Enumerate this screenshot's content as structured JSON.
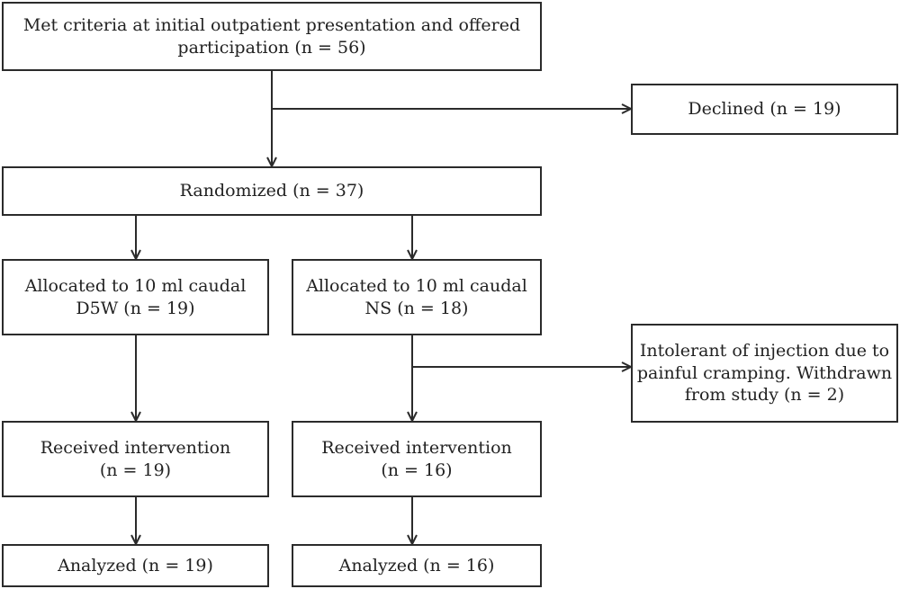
{
  "diagram": {
    "line_color": "#2b2b2b",
    "boxes": {
      "screening": [
        "Met criteria at initial outpatient presentation and offered",
        "participation (n = 56)"
      ],
      "declined": [
        "Declined (n = 19)"
      ],
      "randomized": [
        "Randomized (n = 37)"
      ],
      "alloc_d5w": [
        "Allocated to 10 ml caudal",
        "D5W (n = 19)"
      ],
      "alloc_ns": [
        "Allocated to 10 ml caudal",
        "NS (n = 18)"
      ],
      "withdrawn": [
        "Intolerant of injection due to",
        "painful cramping. Withdrawn",
        "from study (n = 2)"
      ],
      "received_d5w": [
        "Received intervention",
        "(n = 19)"
      ],
      "received_ns": [
        "Received intervention",
        "(n = 16)"
      ],
      "analyzed_d5w": [
        "Analyzed (n = 19)"
      ],
      "analyzed_ns": [
        "Analyzed (n = 16)"
      ]
    }
  }
}
